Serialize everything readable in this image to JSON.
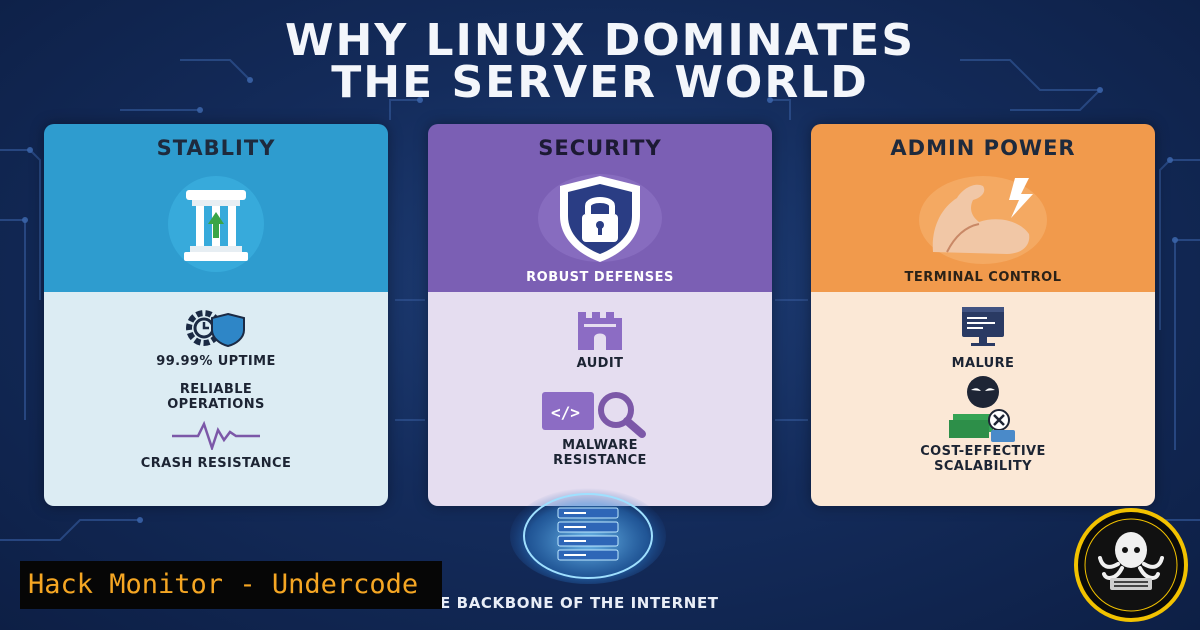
{
  "page": {
    "title_line1": "WHY LINUX DOMINATES",
    "title_line2": "THE SERVER WORLD",
    "footer": "E BACKBONE OF THE INTERNET",
    "brand_label": "Hack Monitor - Undercode"
  },
  "cards": [
    {
      "title": "STABLITY",
      "subtitle": "",
      "icon": "pillar-icon",
      "features": [
        {
          "icon": "gear-shield-icon",
          "text": "99.99% UPTIME"
        },
        {
          "icon": "",
          "text": "RELIABLE OPERATIONS"
        },
        {
          "icon": "heartbeat-icon",
          "text": "CRASH RESISTANCE"
        }
      ]
    },
    {
      "title": "SECURITY",
      "subtitle": "ROBUST DEFENSES",
      "icon": "shield-lock-icon",
      "features": [
        {
          "icon": "castle-tower-icon",
          "text": "AUDIT"
        },
        {
          "icon": "code-magnifier-icon",
          "text": "MALWARE RESISTANCE"
        }
      ]
    },
    {
      "title": "ADMIN POWER",
      "subtitle": "TERMINAL CONTROL",
      "icon": "flexed-arm-icon",
      "features": [
        {
          "icon": "terminal-window-icon",
          "text": "MALURE"
        },
        {
          "icon": "hacker-mask-icon",
          "text": ""
        },
        {
          "icon": "money-stack-icon",
          "text": "COST-EFFECTIVE SCALABILITY"
        }
      ]
    }
  ],
  "colors": {
    "background": "#142c5c",
    "stability": "#2e9ccf",
    "security": "#7b5fb4",
    "admin": "#f19a4c",
    "brand_text": "#f5a623"
  }
}
